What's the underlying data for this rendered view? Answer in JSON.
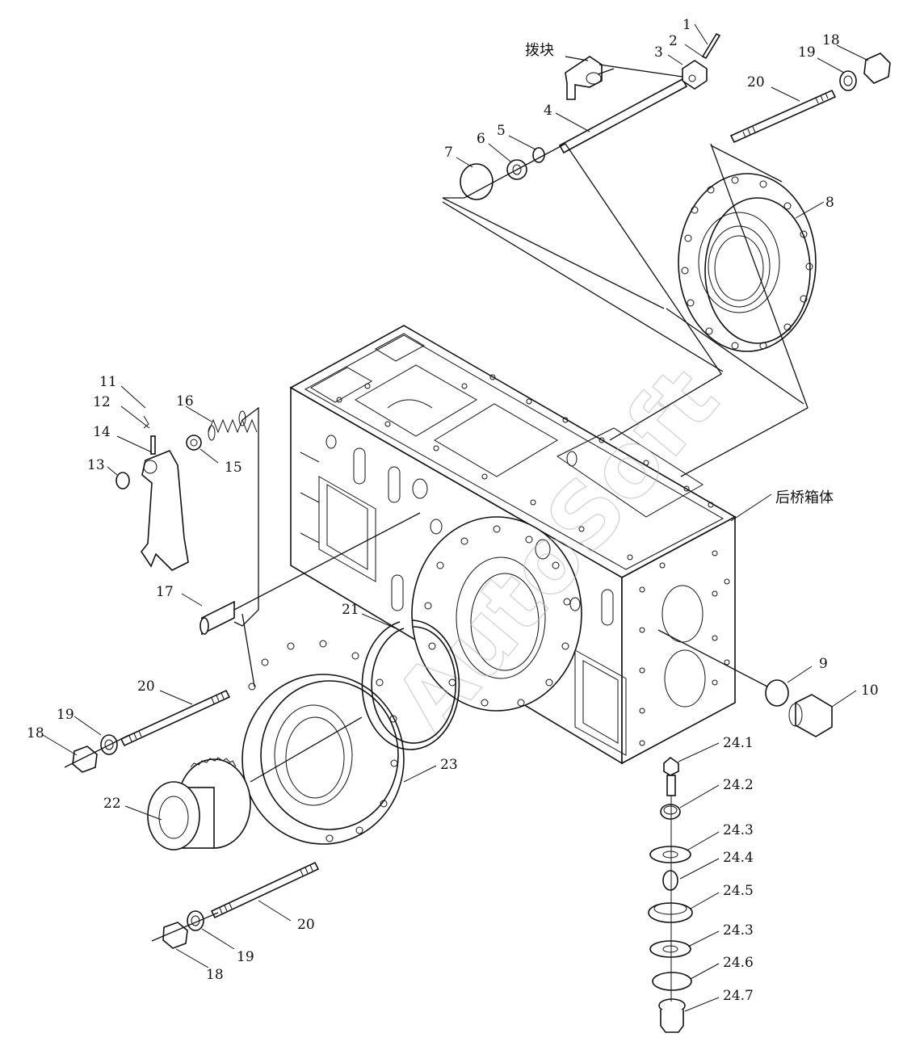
{
  "watermark": "AutoSoft",
  "labels": {
    "l1": "1",
    "l2": "2",
    "l3": "3",
    "l4": "4",
    "l5": "5",
    "l6": "6",
    "l7": "7",
    "l8": "8",
    "l9": "9",
    "l10": "10",
    "l11": "11",
    "l12": "12",
    "l13": "13",
    "l14": "14",
    "l15": "15",
    "l16": "16",
    "l17": "17",
    "l18a": "18",
    "l19a": "19",
    "l20a": "20",
    "l18b": "18",
    "l19b": "19",
    "l20b": "20",
    "l18c": "18",
    "l19c": "19",
    "l20c": "20",
    "l21": "21",
    "l22": "22",
    "l23": "23",
    "l24_1": "24.1",
    "l24_2": "24.2",
    "l24_3a": "24.3",
    "l24_4": "24.4",
    "l24_5": "24.5",
    "l24_3b": "24.3",
    "l24_6": "24.6",
    "l24_7": "24.7",
    "shift_block": "拨块",
    "housing": "后桥箱体"
  }
}
